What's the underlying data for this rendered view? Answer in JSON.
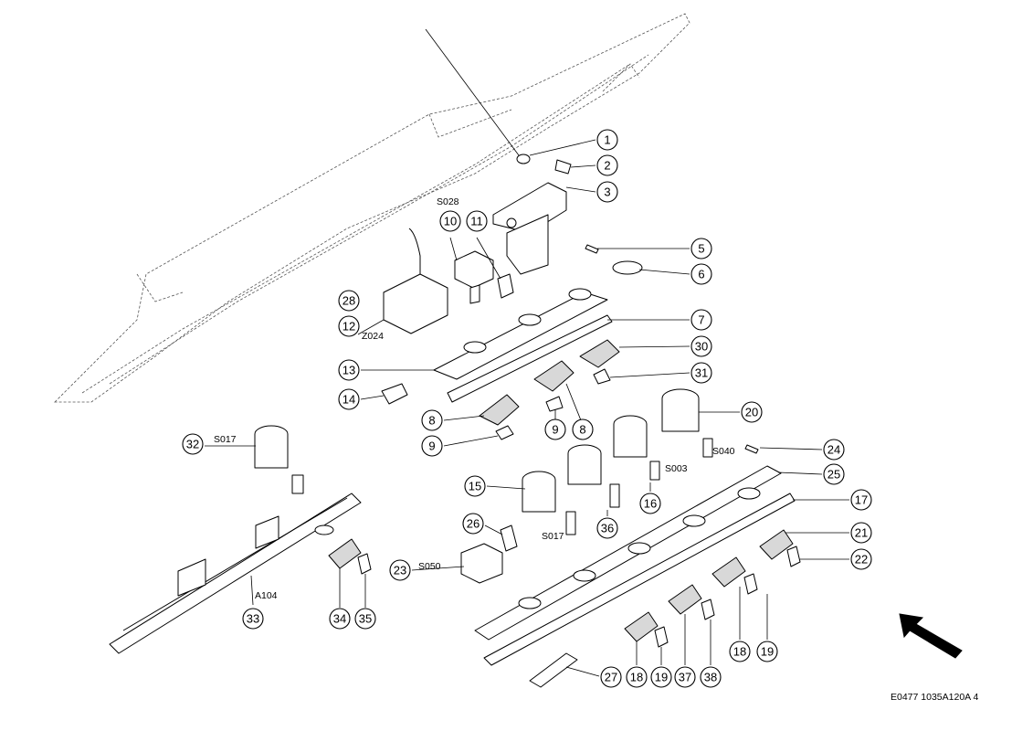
{
  "callouts": [
    {
      "id": "1"
    },
    {
      "id": "2"
    },
    {
      "id": "3"
    },
    {
      "id": "5"
    },
    {
      "id": "6"
    },
    {
      "id": "7"
    },
    {
      "id": "30"
    },
    {
      "id": "31"
    },
    {
      "id": "10"
    },
    {
      "id": "11"
    },
    {
      "id": "28"
    },
    {
      "id": "12"
    },
    {
      "id": "13"
    },
    {
      "id": "14"
    },
    {
      "id": "8"
    },
    {
      "id": "9"
    },
    {
      "id": "9"
    },
    {
      "id": "8"
    },
    {
      "id": "20"
    },
    {
      "id": "24"
    },
    {
      "id": "25"
    },
    {
      "id": "17"
    },
    {
      "id": "15"
    },
    {
      "id": "36"
    },
    {
      "id": "16"
    },
    {
      "id": "32"
    },
    {
      "id": "26"
    },
    {
      "id": "21"
    },
    {
      "id": "22"
    },
    {
      "id": "23"
    },
    {
      "id": "33"
    },
    {
      "id": "34"
    },
    {
      "id": "35"
    },
    {
      "id": "18"
    },
    {
      "id": "19"
    },
    {
      "id": "27"
    },
    {
      "id": "18"
    },
    {
      "id": "19"
    },
    {
      "id": "37"
    },
    {
      "id": "38"
    }
  ],
  "codes": {
    "s028": "S028",
    "z024": "Z024",
    "s017_a": "S017",
    "s017_b": "S017",
    "s040": "S040",
    "s003": "S003",
    "s050": "S050",
    "a104": "A104"
  },
  "reference": "E0477 1035A120A 4",
  "colors": {
    "ink": "#000000",
    "paper": "#ffffff",
    "shade": "#d8d8d8"
  }
}
